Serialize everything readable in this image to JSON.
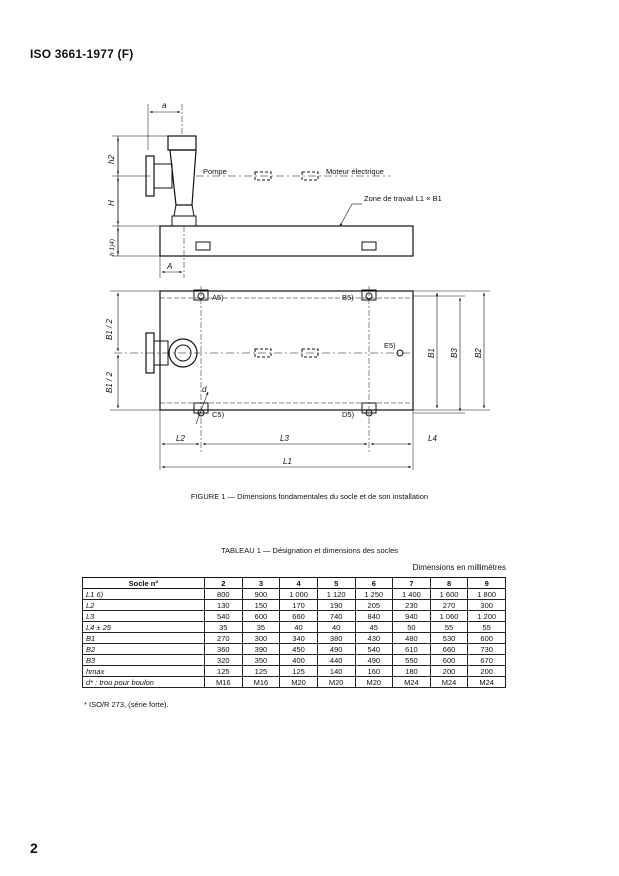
{
  "header": "ISO 3661-1977 (F)",
  "page_number": "2",
  "figure": {
    "labels": {
      "a": "a",
      "h2": "h2",
      "H": "H",
      "h": "h 1)4)",
      "pump": "Pompe",
      "motor": "Moteur électrique",
      "work_zone": "Zone de travail L1 × B1",
      "A": "A",
      "anchorA": "A5)",
      "anchorB": "B5)",
      "anchorC": "C5)",
      "anchorD": "D5)",
      "anchorE": "E5)",
      "B1_2_top": "B1 / 2",
      "B1_2_bottom": "B1 / 2",
      "B1": "B1",
      "B3": "B3",
      "B2": "B2",
      "d": "d",
      "L2": "L2",
      "L3": "L3",
      "L4": "L4",
      "L1": "L1"
    },
    "caption": "FIGURE 1 — Dimensions fondamentales du socle et de son installation"
  },
  "table": {
    "title": "TABLEAU 1 — Désignation et dimensions des socles",
    "units": "Dimensions en millimètres",
    "header": [
      "Socle n°",
      "2",
      "3",
      "4",
      "5",
      "6",
      "7",
      "8",
      "9"
    ],
    "rows": [
      {
        "label": "L1 6)",
        "values": [
          "800",
          "900",
          "1 000",
          "1 120",
          "1 250",
          "1 400",
          "1 600",
          "1 800"
        ]
      },
      {
        "label": "L2",
        "values": [
          "130",
          "150",
          "170",
          "190",
          "205",
          "230",
          "270",
          "300"
        ]
      },
      {
        "label": "L3",
        "values": [
          "540",
          "600",
          "660",
          "740",
          "840",
          "940",
          "1 060",
          "1 200"
        ]
      },
      {
        "label": "L4 ± 25",
        "values": [
          "35",
          "35",
          "40",
          "40",
          "45",
          "50",
          "55",
          "55"
        ]
      },
      {
        "label": "B1",
        "values": [
          "270",
          "300",
          "340",
          "380",
          "430",
          "480",
          "530",
          "600"
        ]
      },
      {
        "label": "B2",
        "values": [
          "360",
          "390",
          "450",
          "490",
          "540",
          "610",
          "660",
          "730"
        ]
      },
      {
        "label": "B3",
        "values": [
          "320",
          "350",
          "400",
          "440",
          "490",
          "550",
          "600",
          "670"
        ]
      },
      {
        "label": "hmax",
        "values": [
          "125",
          "125",
          "125",
          "140",
          "160",
          "180",
          "200",
          "200"
        ]
      },
      {
        "label": "d* : trou pour boulon",
        "values": [
          "M16",
          "M16",
          "M20",
          "M20",
          "M20",
          "M24",
          "M24",
          "M24"
        ]
      }
    ],
    "footnote": "*  ISO/R 273, (série forte)."
  }
}
